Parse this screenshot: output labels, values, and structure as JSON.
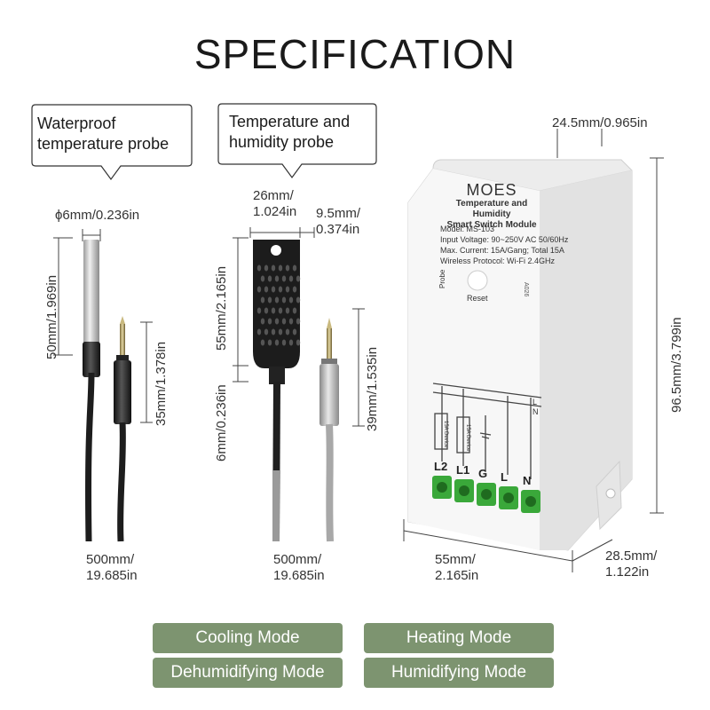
{
  "title": "SPECIFICATION",
  "bubbles": {
    "probe1": [
      "Waterproof",
      "temperature probe"
    ],
    "probe2": [
      "Temperature and",
      "humidity probe"
    ]
  },
  "dims": {
    "p1_diameter": "ϕ6mm/0.236in",
    "p1_length": "50mm/1.969in",
    "p1_jack": "35mm/1.378in",
    "p1_cable": [
      "500mm/",
      "19.685in"
    ],
    "p2_width": [
      "26mm/",
      "1.024in"
    ],
    "p2_depth": [
      "9.5mm/",
      "0.374in"
    ],
    "p2_height": "55mm/2.165in",
    "p2_neck": "6mm/0.236in",
    "p2_jack": "39mm/1.535in",
    "p2_cable": [
      "500mm/",
      "19.685in"
    ],
    "mod_top": "24.5mm/0.965in",
    "mod_height": "96.5mm/3.799in",
    "mod_width": [
      "55mm/",
      "2.165in"
    ],
    "mod_depth": [
      "28.5mm/",
      "1.122in"
    ]
  },
  "module": {
    "brand": "MOES",
    "name": [
      "Temperature and Humidity",
      "Smart Switch Module"
    ],
    "specs": [
      "Model: MS-103",
      "Input Voltage: 90~250V AC 50/60Hz",
      "Max. Current: 15A/Gang; Total 15A",
      "Wireless Protocol: Wi-Fi 2.4GHz"
    ],
    "probe_label": "Probe",
    "reset_label": "Reset",
    "code": "A026",
    "terminals": [
      "L2",
      "L1",
      "G",
      "L",
      "N"
    ],
    "bus_labels": [
      "L",
      "N"
    ],
    "device_labels": [
      "15A Device",
      "15A Device"
    ]
  },
  "modes": [
    "Cooling Mode",
    "Heating Mode",
    "Dehumidifying Mode",
    "Humidifying Mode"
  ],
  "colors": {
    "mode_button": "#7d9470",
    "terminal": "#3aa83a",
    "module": "#f2f2f2"
  }
}
